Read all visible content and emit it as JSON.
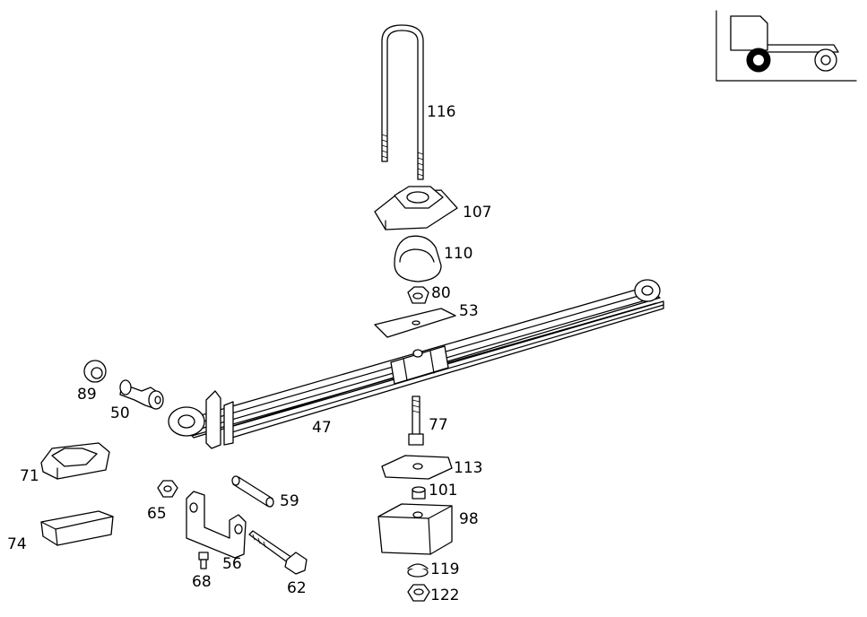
{
  "callouts": [
    {
      "id": "116",
      "text": "116"
    },
    {
      "id": "107",
      "text": "107"
    },
    {
      "id": "110",
      "text": "110"
    },
    {
      "id": "80",
      "text": "80"
    },
    {
      "id": "53",
      "text": "53"
    },
    {
      "id": "89",
      "text": "89"
    },
    {
      "id": "50",
      "text": "50"
    },
    {
      "id": "47",
      "text": "47"
    },
    {
      "id": "77",
      "text": "77"
    },
    {
      "id": "113",
      "text": "113"
    },
    {
      "id": "101",
      "text": "101"
    },
    {
      "id": "98",
      "text": "98"
    },
    {
      "id": "71",
      "text": "71"
    },
    {
      "id": "65",
      "text": "65"
    },
    {
      "id": "59",
      "text": "59"
    },
    {
      "id": "74",
      "text": "74"
    },
    {
      "id": "56",
      "text": "56"
    },
    {
      "id": "68",
      "text": "68"
    },
    {
      "id": "62",
      "text": "62"
    },
    {
      "id": "119",
      "text": "119"
    },
    {
      "id": "122",
      "text": "122"
    }
  ],
  "inset": {
    "icon": "truck-front-axle-icon"
  },
  "colors": {
    "ink": "#000000",
    "paper": "#ffffff"
  }
}
